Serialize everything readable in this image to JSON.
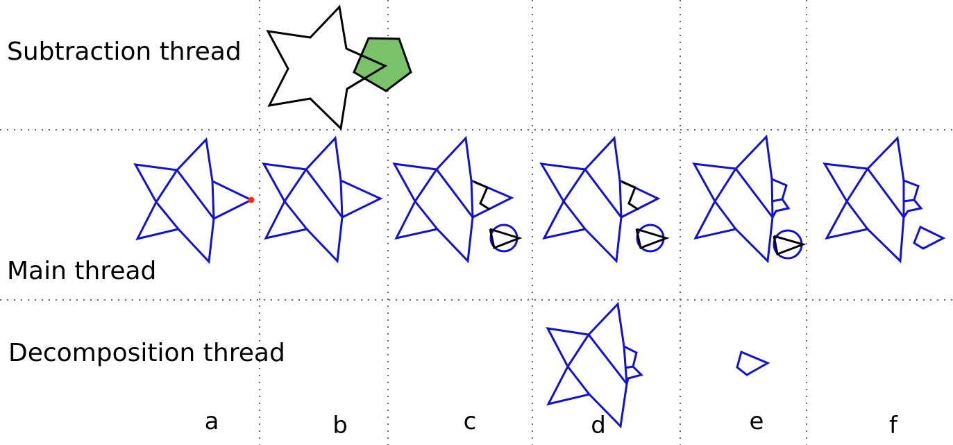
{
  "rows": {
    "subtraction": "Subtraction thread",
    "main": "Main thread",
    "decomposition": "Decomposition thread"
  },
  "columns": [
    "a",
    "b",
    "c",
    "d",
    "e",
    "f"
  ],
  "colors": {
    "polygon_edge": "#1010d8",
    "subtrahend_fill": "#79c26a",
    "marker": "#ff2a1a"
  }
}
